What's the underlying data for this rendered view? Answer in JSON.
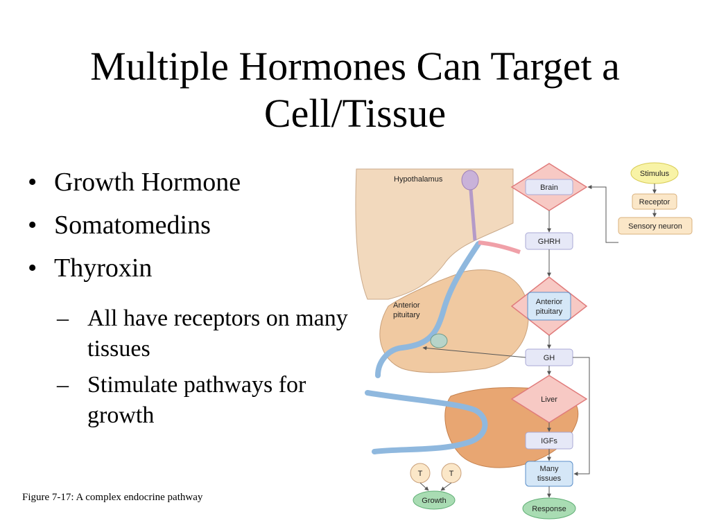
{
  "slide": {
    "title": "Multiple Hormones Can Target a Cell/Tissue",
    "bullets": [
      {
        "text": "Growth Hormone"
      },
      {
        "text": "Somatomedins"
      },
      {
        "text": "Thyroxin",
        "sub": [
          "All have receptors on many tissues",
          "Stimulate pathways for growth"
        ]
      }
    ],
    "bullet_glyph": "•",
    "sub_glyph": "–",
    "caption": "Figure 7-17: A complex endocrine pathway"
  },
  "figure": {
    "anatomy_labels": {
      "hypothalamus": "Hypothalamus",
      "anterior_pituitary_1": "Anterior",
      "anterior_pituitary_2": "pituitary"
    },
    "pathway": {
      "stimulus": "Stimulus",
      "receptor": "Receptor",
      "sensory_neuron": "Sensory neuron",
      "brain": "Brain",
      "ghrh": "GHRH",
      "anterior_pituitary_1": "Anterior",
      "anterior_pituitary_2": "pituitary",
      "gh": "GH",
      "liver": "Liver",
      "igfs": "IGFs",
      "many_tissues_1": "Many",
      "many_tissues_2": "tissues",
      "response": "Response",
      "target_left": "T",
      "target_right": "T",
      "growth": "Growth"
    },
    "colors": {
      "diamond_fill": "#f7c9c4",
      "diamond_stroke": "#e07b7b",
      "box_fill": "#e6e8f7",
      "box_stroke": "#a9a9d6",
      "blue_box_fill": "#d5e7f7",
      "blue_box_stroke": "#5b8fc9",
      "stimulus_fill": "#f8f3a6",
      "stimulus_stroke": "#d8cc55",
      "sensory_fill": "#fbe7c8",
      "sensory_stroke": "#d9b07d",
      "response_fill": "#a9dcb3",
      "response_stroke": "#5fae74",
      "tissue_fill": "#f2d3b1",
      "liver_fill": "#e8a672",
      "vessel": "#8fb8de"
    }
  }
}
